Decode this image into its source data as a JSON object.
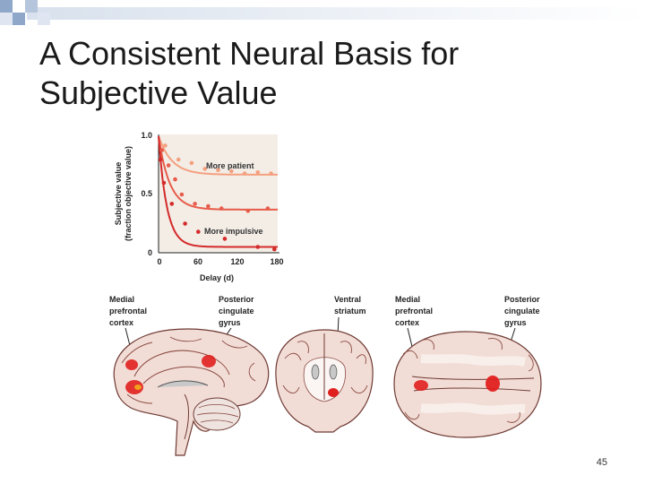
{
  "slide": {
    "title_line1": "A Consistent Neural Basis for",
    "title_line2": "Subjective Value",
    "page_number": "45"
  },
  "colors": {
    "accent_blue": "#8fa7c9",
    "patient_curve": "#f4a07f",
    "middle_curve": "#e85c4a",
    "impulsive_curve": "#d42a2a",
    "plot_bg": "#f3ede6",
    "brain_fill": "#f2ddd6",
    "activation": "#e0201f"
  },
  "chart_data": {
    "type": "line",
    "xlabel": "Delay (d)",
    "ylabel_line1": "Subjective value",
    "ylabel_line2": "(fraction objective value)",
    "x_ticks": [
      "0",
      "60",
      "120",
      "180"
    ],
    "y_ticks": [
      "0",
      "0.5",
      "1.0"
    ],
    "xlim": [
      0,
      180
    ],
    "ylim": [
      0,
      1.0
    ],
    "grid": false,
    "annotations": [
      "More patient",
      "More impulsive"
    ],
    "series": [
      {
        "x": [
          10,
          30,
          50,
          70,
          90,
          110,
          130,
          150,
          170
        ],
        "y": [
          0.92,
          0.8,
          0.77,
          0.72,
          0.71,
          0.7,
          0.68,
          0.69,
          0.68
        ],
        "curve": [
          1.0,
          0.67
        ]
      },
      {
        "x": [
          5,
          15,
          25,
          35,
          55,
          75,
          95,
          135,
          165
        ],
        "y": [
          0.88,
          0.75,
          0.63,
          0.5,
          0.42,
          0.4,
          0.38,
          0.36,
          0.38
        ],
        "curve": [
          1.0,
          0.37
        ]
      },
      {
        "x": [
          3,
          8,
          20,
          40,
          60,
          100,
          150,
          175
        ],
        "y": [
          0.8,
          0.6,
          0.42,
          0.25,
          0.18,
          0.12,
          0.05,
          0.03
        ],
        "curve": [
          1.0,
          0.05
        ]
      }
    ]
  },
  "brain_labels": {
    "medial_left": [
      "Medial",
      "prefrontal",
      "cortex"
    ],
    "posterior_left": [
      "Posterior",
      "cingulate",
      "gyrus"
    ],
    "ventral": [
      "Ventral",
      "striatum"
    ],
    "medial_right": [
      "Medial",
      "prefrontal",
      "cortex"
    ],
    "posterior_right": [
      "Posterior",
      "cingulate",
      "gyrus"
    ]
  }
}
